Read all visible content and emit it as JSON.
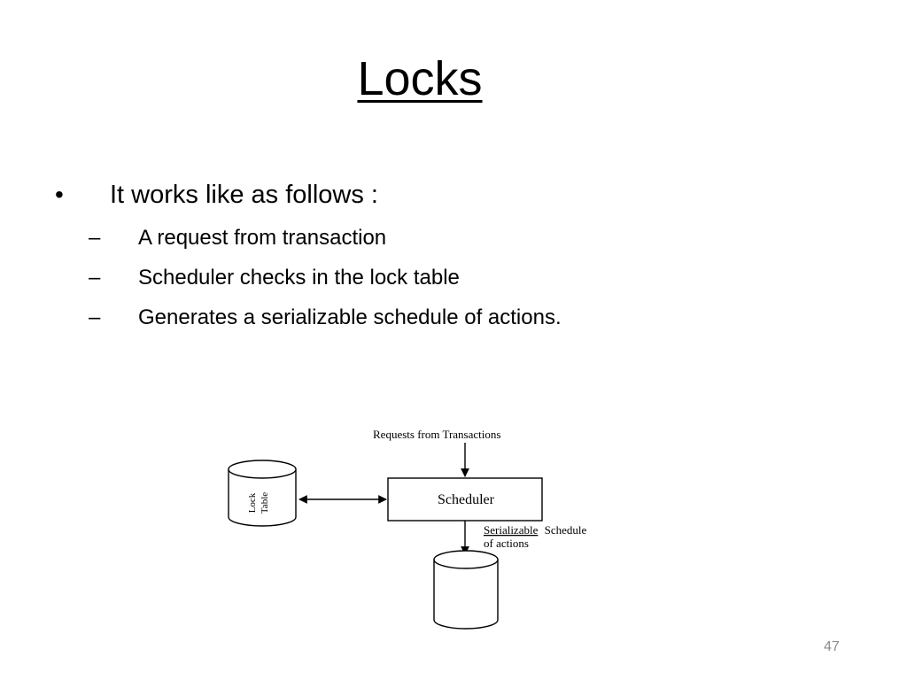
{
  "slide": {
    "title": "Locks",
    "bullet": {
      "marker": "•",
      "text": "It works like as follows :"
    },
    "sub_marker": "–",
    "sub_items": [
      "A request from transaction",
      "Scheduler checks in the lock table",
      "Generates a serializable schedule of actions."
    ],
    "page_number": "47"
  },
  "diagram": {
    "requests_label": "Requests from Transactions",
    "scheduler_label": "Scheduler",
    "lock_table_line1": "Lock",
    "lock_table_line2": "Table",
    "output_label_word1": "Serializable",
    "output_label_word2": "Schedule",
    "output_label_line2": "of actions"
  }
}
